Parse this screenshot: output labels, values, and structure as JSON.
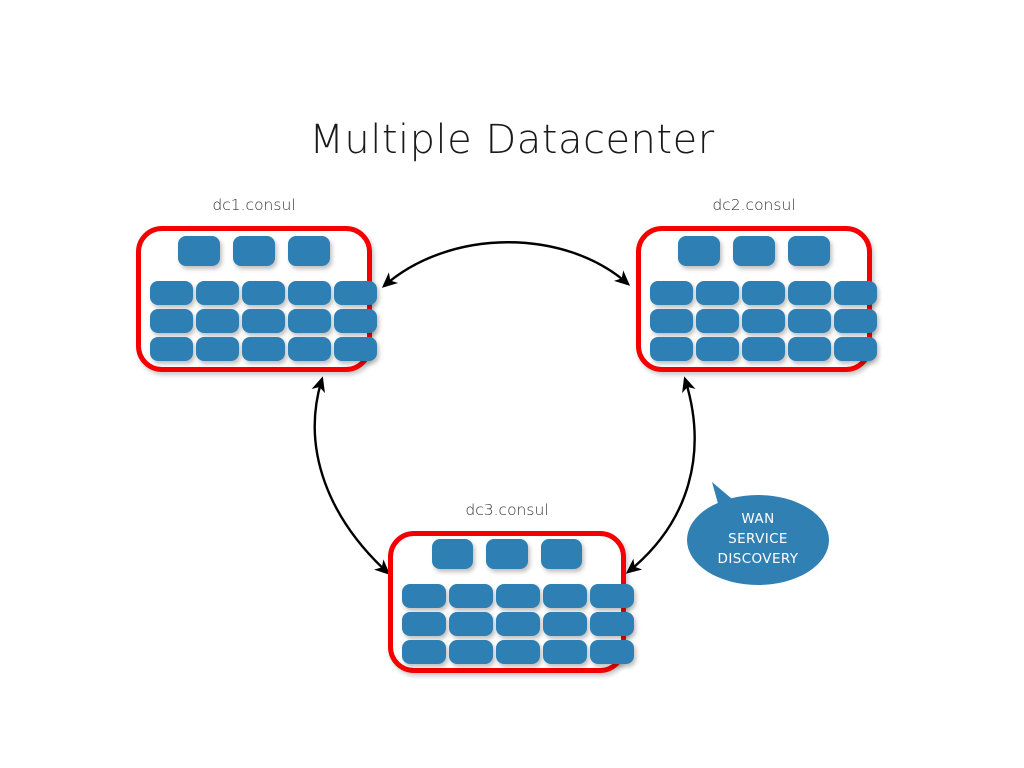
{
  "title": "Multiple Datacenter",
  "colors": {
    "node_blue": "#2e80b4",
    "border_red": "#f40000",
    "bubble_blue": "#3080b4",
    "arrow_black": "#000000",
    "background": "#ffffff",
    "title_text": "#1a1a1a",
    "label_text": "#333333",
    "bubble_text": "#ffffff"
  },
  "datacenters": [
    {
      "id": "dc1",
      "label": "dc1.consul",
      "server_count": 3,
      "client_rows": 3,
      "client_cols": 5
    },
    {
      "id": "dc2",
      "label": "dc2.consul",
      "server_count": 3,
      "client_rows": 3,
      "client_cols": 5
    },
    {
      "id": "dc3",
      "label": "dc3.consul",
      "server_count": 3,
      "client_rows": 3,
      "client_cols": 5
    }
  ],
  "connections": [
    {
      "id": "dc1-dc2",
      "from": "dc1",
      "to": "dc2",
      "bidirectional": true
    },
    {
      "id": "dc1-dc3",
      "from": "dc1",
      "to": "dc3",
      "bidirectional": true
    },
    {
      "id": "dc2-dc3",
      "from": "dc2",
      "to": "dc3",
      "bidirectional": true
    }
  ],
  "callout": {
    "line1": "WAN",
    "line2": "SERVICE",
    "line3": "DISCOVERY",
    "points_at": "dc2-dc3"
  }
}
